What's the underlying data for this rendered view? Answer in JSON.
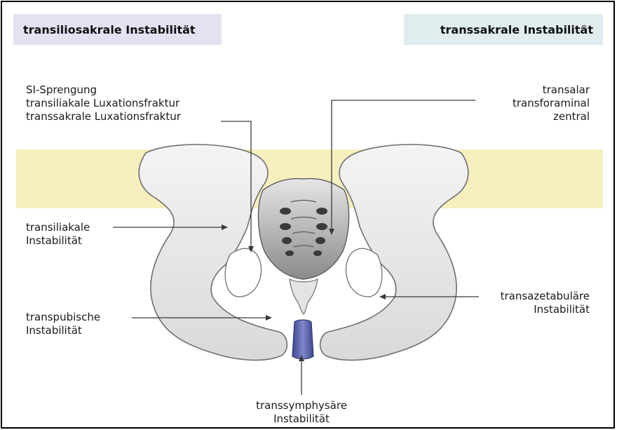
{
  "headers": {
    "left": "transiliosakrale Instabilität",
    "right": "transsakrale Instabilität"
  },
  "labels": {
    "si": [
      "SI-Sprengung",
      "transiliakale Luxationsfraktur",
      "transsakrale Luxationsfraktur"
    ],
    "sacral": [
      "transalar",
      "transforaminal",
      "zentral"
    ],
    "transiliakale": [
      "transiliakale",
      "Instabilität"
    ],
    "transpubische": [
      "transpubische",
      "Instabilität"
    ],
    "transazetabulaere": [
      "transazetabuläre",
      "Instabilität"
    ],
    "transsymphysaere": [
      "transsymphysäre",
      "Instabilität"
    ]
  },
  "colors": {
    "header_left_bg": "#e4e2f0",
    "header_right_bg": "#e1ecef",
    "band": "#f8efbf",
    "bone": "#e9e9ea",
    "bone_outline": "#6f6f6f",
    "symphysis": "#5560a8"
  }
}
